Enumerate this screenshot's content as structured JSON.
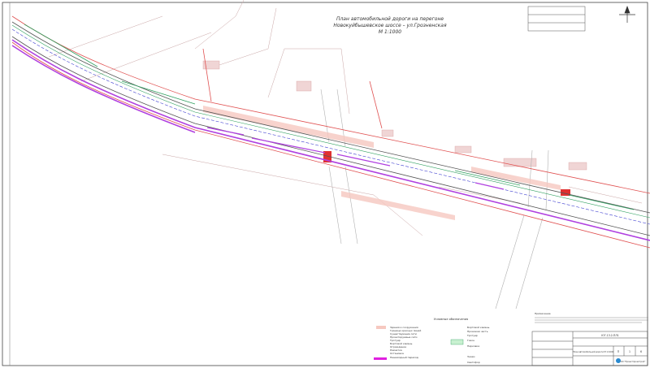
{
  "drawing": {
    "title_lines": [
      "План автомобильной дороги на перегоне",
      "Новокуйбышевское шоссе – ул.Грозненская",
      "М 1:1000"
    ],
    "legend_title": "Условные обозначения",
    "legend_items_left": [
      "Здания и сооружения",
      "Граница красных линий",
      "Существующие сети",
      "Проектируемые сети",
      "Тротуар",
      "Бортовой камень",
      "Ограждение",
      "Разметка",
      "Остановка",
      "Пешеходный переход"
    ],
    "legend_items_right": [
      "Бортовой камень",
      "Проезжая часть",
      "Тротуар",
      "Газон",
      "Парковка",
      "Знаки",
      "Светофор"
    ],
    "notes_title": "Примечание",
    "stamp": {
      "code": "ЮГ.13.2-ПЛ1",
      "sheet_title": "План автомобильной дороги М 1:1000",
      "stage": "П",
      "sheet": "1",
      "sheets": "6",
      "company": "ООО \"Проектпромстрой\""
    },
    "colors": {
      "road_edge": "#555555",
      "red_line": "#e05050",
      "purple": "#b040e0",
      "blue_marking": "#4040d0",
      "green": "#30a060",
      "pink_fill": "#f6c8c0"
    }
  }
}
